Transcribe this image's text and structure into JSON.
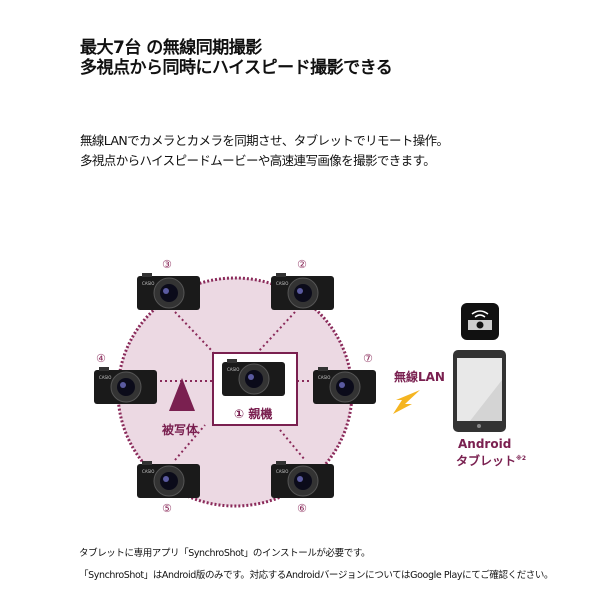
{
  "headline": [
    "最大7台 の無線同期撮影",
    "多視点から同時にハイスピード撮影できる"
  ],
  "lead": [
    "無線LANでカメラとカメラを同期させ、タブレットでリモート操作。",
    "多視点からハイスピードムービーや高速連写画像を撮影できます。"
  ],
  "diagram": {
    "cameras": [
      {
        "num": "③"
      },
      {
        "num": "②"
      },
      {
        "num": "④"
      },
      {
        "num": "⑦"
      },
      {
        "num": "⑤"
      },
      {
        "num": "⑥"
      }
    ],
    "master": "① 親機",
    "subject": "被写体",
    "wireless": "無線LAN",
    "device_line1": "Android",
    "device_line2": "タブレット",
    "device_note": "※2",
    "accent": "#7a2050",
    "circle_fill": "#ecd9e3"
  },
  "notes": [
    "タブレットに専用アプリ「SynchroShot」のインストールが必要です。",
    "「SynchroShot」はAndroid版のみです。対応するAndroidバージョンについてはGoogle Playにてご確認ください。"
  ]
}
